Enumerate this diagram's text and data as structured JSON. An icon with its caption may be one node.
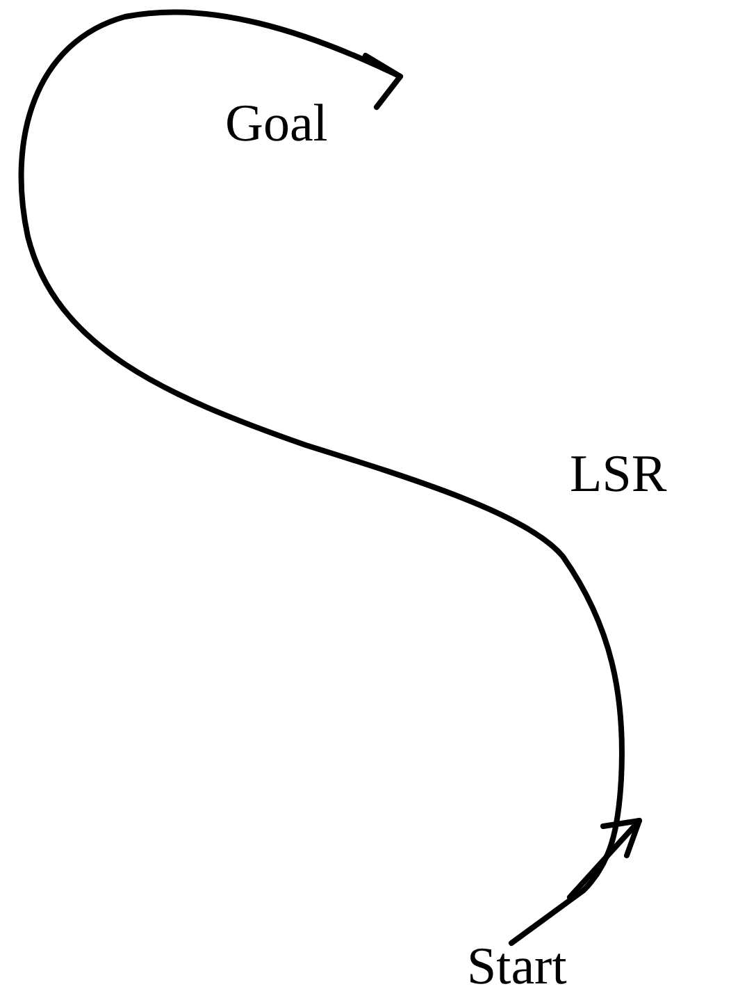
{
  "diagram": {
    "labels": [
      "Goal",
      "LSR",
      "Start"
    ]
  }
}
